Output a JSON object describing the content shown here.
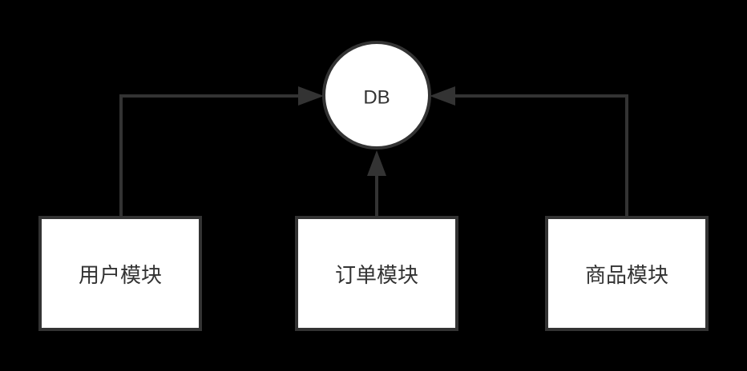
{
  "diagram": {
    "type": "architecture-diagram",
    "background_color": "#000000",
    "stroke_color": "#333333",
    "node_fill_color": "#ffffff",
    "text_color": "#333333",
    "nodes": {
      "db": {
        "label": "DB",
        "shape": "circle"
      },
      "user": {
        "label": "用户模块",
        "shape": "rect"
      },
      "order": {
        "label": "订单模块",
        "shape": "rect"
      },
      "product": {
        "label": "商品模块",
        "shape": "rect"
      }
    },
    "edges": [
      {
        "from": "用户模块",
        "to": "DB",
        "arrow": "to"
      },
      {
        "from": "订单模块",
        "to": "DB",
        "arrow": "to"
      },
      {
        "from": "商品模块",
        "to": "DB",
        "arrow": "to"
      }
    ]
  }
}
